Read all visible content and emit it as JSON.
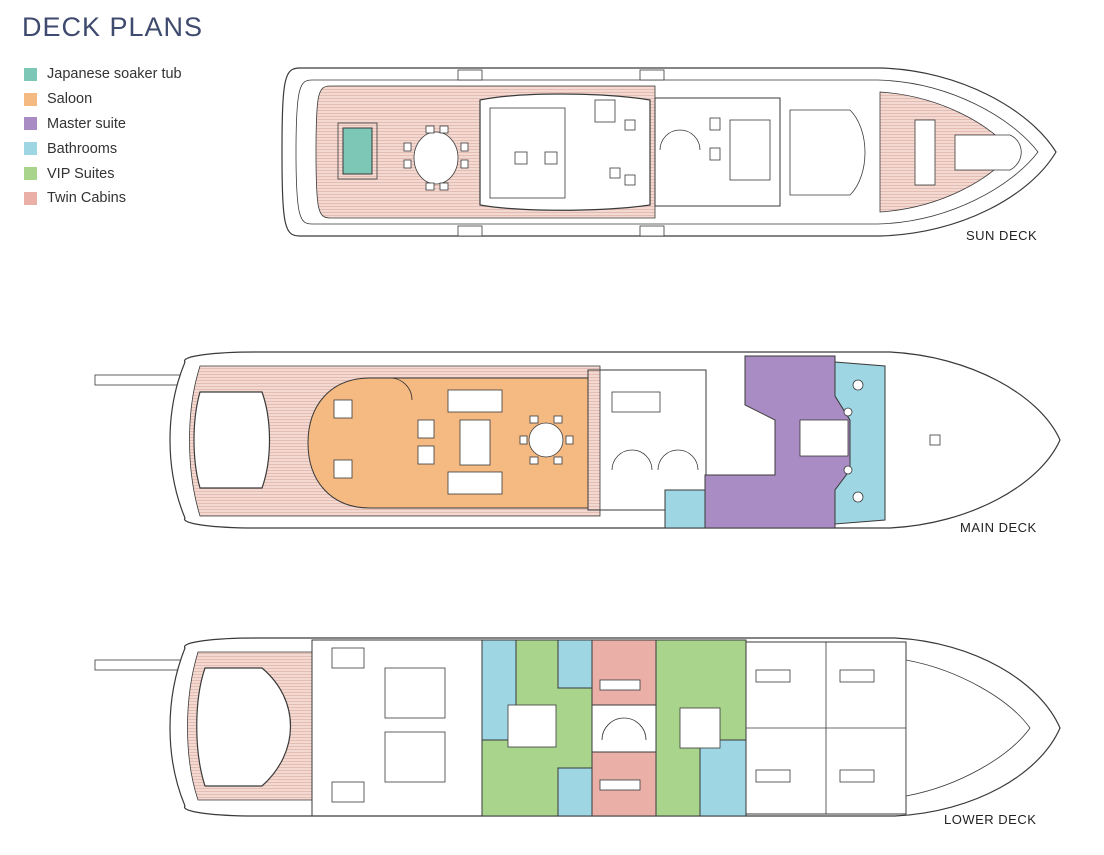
{
  "title": "DECK PLANS",
  "legend": [
    {
      "label": "Japanese soaker tub",
      "color": "#7cc7b6"
    },
    {
      "label": "Saloon",
      "color": "#f5b982"
    },
    {
      "label": "Master suite",
      "color": "#a98cc4"
    },
    {
      "label": "Bathrooms",
      "color": "#9fd6e4"
    },
    {
      "label": "VIP Suites",
      "color": "#a9d48c"
    },
    {
      "label": "Twin Cabins",
      "color": "#eab0a8"
    }
  ],
  "decks": {
    "sun": "SUN DECK",
    "main": "MAIN DECK",
    "lower": "LOWER DECK"
  },
  "colors": {
    "teak": "#ecc9c1",
    "line": "#3a3a3a"
  }
}
